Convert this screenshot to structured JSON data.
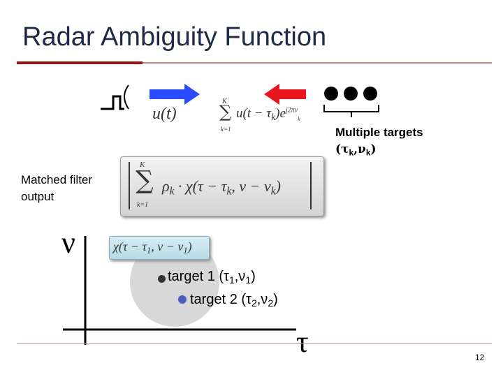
{
  "title": "Radar Ambiguity Function",
  "transmit": {
    "signal": "u(t)"
  },
  "receive": {
    "sum_upper": "K",
    "sum_lower": "k=1",
    "signal": "u(t − τ",
    "sub_k": "k",
    "signal_close": ")e",
    "exponent": "j2πν"
  },
  "targets_label": {
    "line1": "Multiple targets",
    "line2": "(τ",
    "sub": "k",
    "comma": ",ν",
    "close": ")"
  },
  "matched_filter": {
    "line1": "Matched filter",
    "line2": "output",
    "sum_upper": "K",
    "sum_lower": "k=1",
    "expr": "ρ",
    "expr2": " · χ(τ − τ",
    "expr3": ", ν − ν",
    "close": ")"
  },
  "plot": {
    "y_axis_symbol": "ν",
    "x_axis_symbol": "τ",
    "chi_box": "χ(τ − τ",
    "chi_box_mid": ", ν − ν",
    "chi_sub": "1",
    "chi_close": ")",
    "target1_text": "target 1 (τ",
    "target1_sub": "1",
    "target1_mid": ",ν",
    "target1_close": ")",
    "target2_text": "target 2 (τ",
    "target2_sub": "2",
    "target2_mid": ",ν",
    "target2_close": ")"
  },
  "colors": {
    "blue_arrow": "#2a4bff",
    "red_arrow": "#e8141e",
    "title_color": "#1f2a44",
    "accent_rule": "#8b1a1a",
    "disc": "#d8d8d8",
    "target2_dot": "#4a5fc0"
  },
  "page_number": "12"
}
